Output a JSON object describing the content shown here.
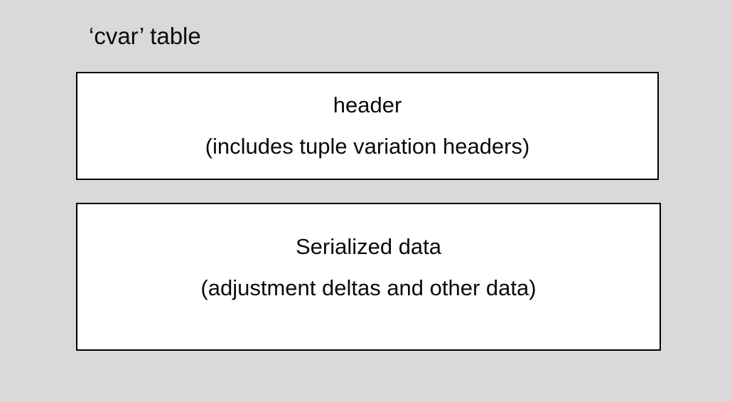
{
  "title": "‘cvar’ table",
  "boxes": [
    {
      "name": "header",
      "line1": "header",
      "line2": "(includes tuple variation headers)"
    },
    {
      "name": "serialized-data",
      "line1": "Serialized data",
      "line2": "(adjustment deltas and other data)"
    }
  ],
  "colors": {
    "background": "#d9d9d9",
    "box_fill": "#ffffff",
    "box_border": "#000000",
    "text": "#0b0b0b"
  }
}
